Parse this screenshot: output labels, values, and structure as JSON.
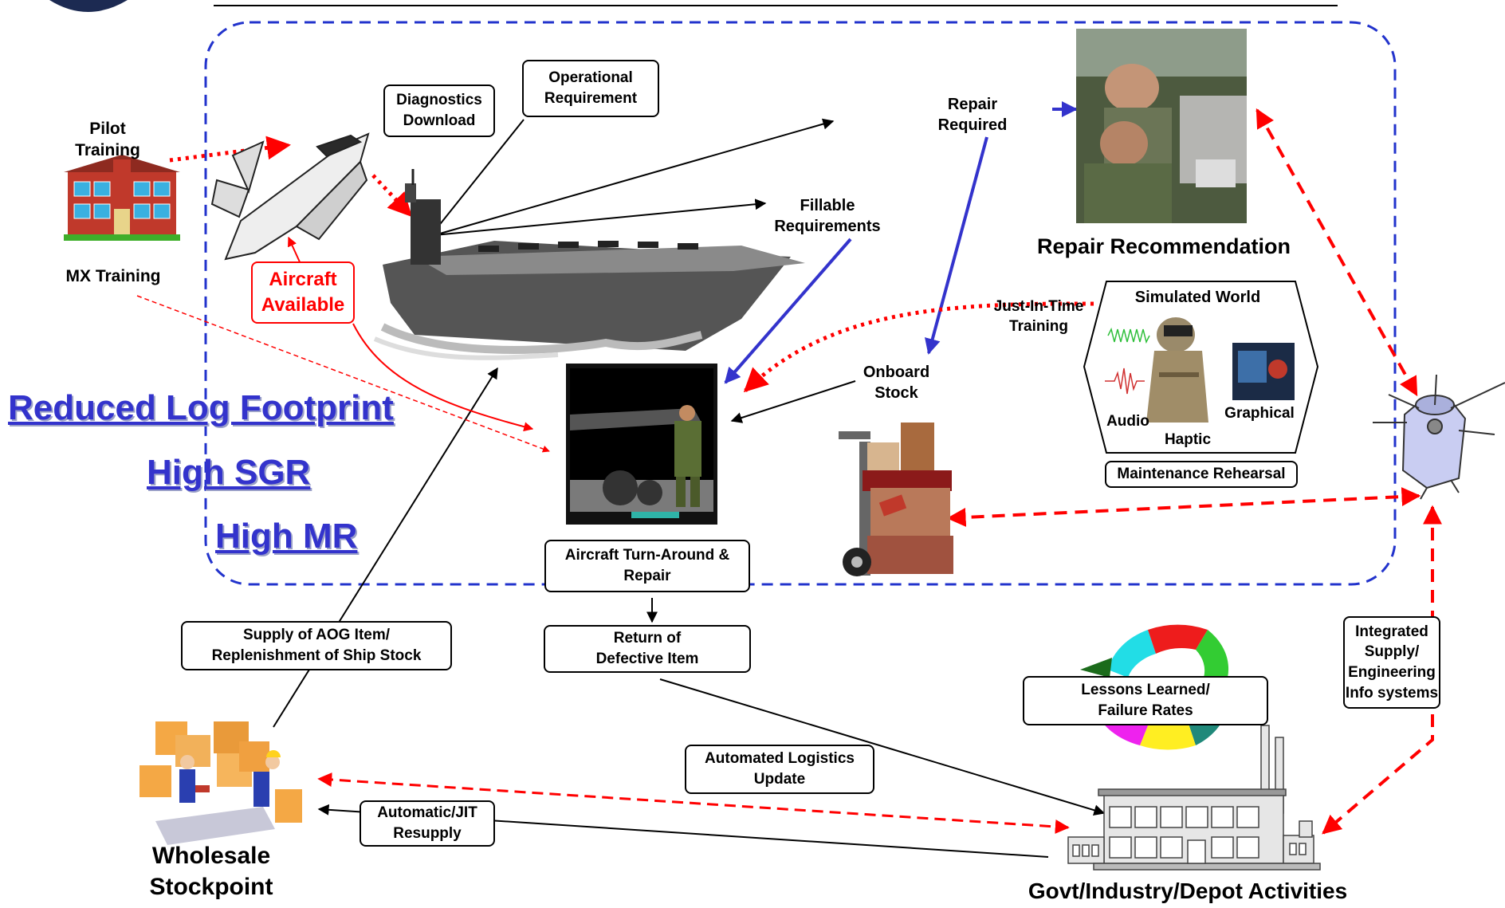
{
  "labels": {
    "pilot_training": [
      "Pilot",
      "Training"
    ],
    "mx_training": "MX Training",
    "diagnostics_download": [
      "Diagnostics",
      "Download"
    ],
    "operational_requirement": [
      "Operational",
      "Requirement"
    ],
    "repair_required": [
      "Repair",
      "Required"
    ],
    "fillable_requirements": [
      "Fillable",
      "Requirements"
    ],
    "aircraft_available": [
      "Aircraft",
      "Available"
    ],
    "repair_recommendation": "Repair Recommendation",
    "simulated_world": "Simulated World",
    "just_in_time_training": [
      "Just-In-Time",
      "Training"
    ],
    "audio": "Audio",
    "haptic": "Haptic",
    "graphical": "Graphical",
    "maintenance_rehearsal": "Maintenance Rehearsal",
    "onboard_stock": [
      "Onboard",
      "Stock"
    ],
    "aircraft_turnaround": [
      "Aircraft Turn-Around &",
      "Repair"
    ],
    "return_defective": [
      "Return of",
      "Defective Item"
    ],
    "supply_aog": [
      "Supply of AOG Item/",
      "Replenishment of  Ship Stock"
    ],
    "lessons_learned": [
      "Lessons Learned/",
      "Failure Rates"
    ],
    "integrated_supply": [
      "Integrated",
      "Supply/",
      "Engineering",
      "Info systems"
    ],
    "automated_logistics": [
      "Automated Logistics",
      "Update"
    ],
    "automatic_jit": [
      "Automatic/JIT",
      "Resupply"
    ],
    "wholesale_stockpoint": [
      "Wholesale",
      "Stockpoint"
    ],
    "govt_industry": "Govt/Industry/Depot Activities"
  },
  "kpis": {
    "reduced_log_footprint": "Reduced Log Footprint",
    "high_sgr": "High SGR",
    "high_mr": "High MR"
  },
  "colors": {
    "boundary": "#2233cc",
    "blue_arrow": "#3333cc",
    "red_arrow": "#ff0000",
    "kpi_text": "#3333cc"
  },
  "icons": {
    "school": "school-building-icon",
    "jet": "fighter-jet-icon",
    "carrier": "aircraft-carrier-icon",
    "mechanic": "mechanic-inspecting-aircraft-icon",
    "operators": "operators-photo-icon",
    "hand_truck": "hand-truck-boxes-icon",
    "vr_soldier": "vr-soldier-icon",
    "satellite": "satellite-icon",
    "warehouse": "warehouse-workers-icon",
    "factory": "factory-icon",
    "cycle": "cycle-arrows-icon"
  }
}
